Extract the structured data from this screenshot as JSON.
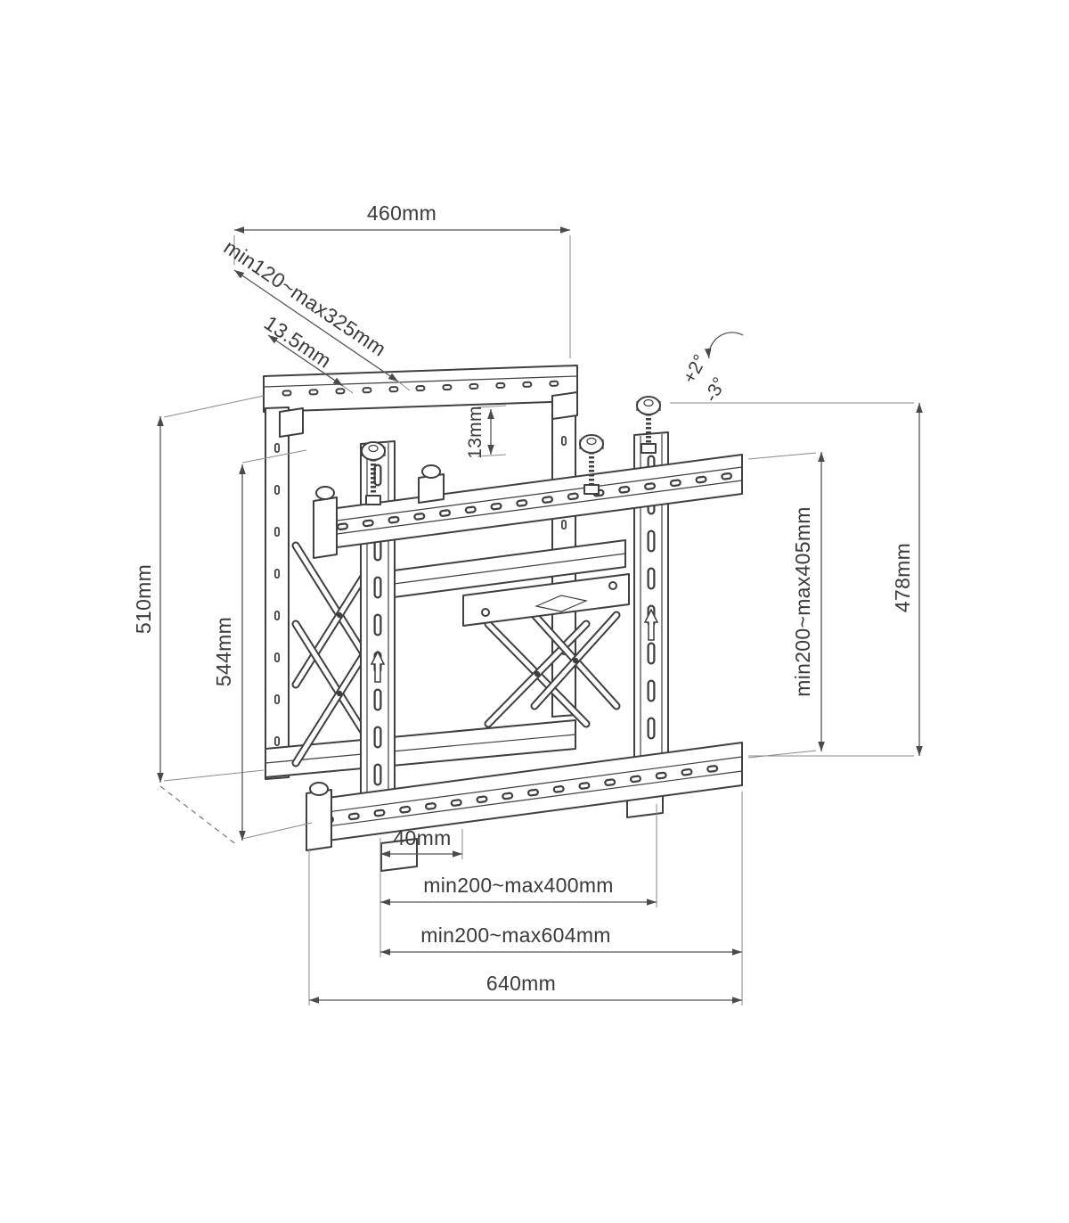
{
  "figure": {
    "type": "technical-dimension-diagram",
    "subject": "Pop-out video wall TV mount bracket, isometric line drawing with dimensions",
    "background_color": "#ffffff",
    "line_color": "#3f3f3f",
    "dimension_color": "#555555"
  },
  "labels": {
    "width_top": "460mm",
    "depth_range": "min120~max325mm",
    "depth_step": "13.5mm",
    "plate_thickness": "13mm",
    "tilt_up": "+2°",
    "tilt_down": "-3°",
    "height_outer": "510mm",
    "height_inner": "544mm",
    "vesa_vertical_range": "min200~max405mm",
    "height_right": "478mm",
    "offset_small": "40mm",
    "vesa_horizontal_range": "min200~max400mm",
    "rail_width_range": "min200~max604mm",
    "width_bottom": "640mm"
  }
}
